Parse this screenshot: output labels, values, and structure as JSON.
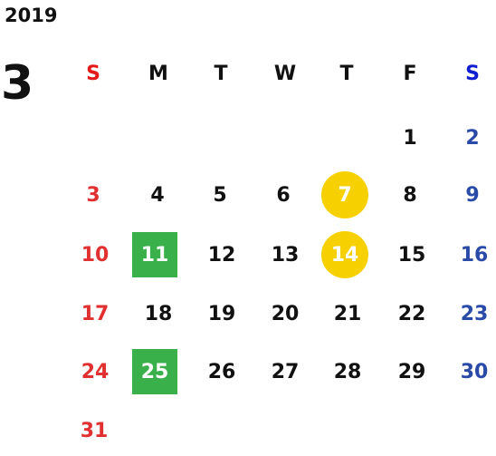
{
  "calendar": {
    "year": "2019",
    "month": "3",
    "weekday_headers": [
      "S",
      "M",
      "T",
      "W",
      "T",
      "F",
      "S"
    ],
    "weeks": [
      [
        "",
        "",
        "",
        "",
        "",
        "1",
        "2"
      ],
      [
        "3",
        "4",
        "5",
        "6",
        "7",
        "8",
        "9"
      ],
      [
        "10",
        "11",
        "12",
        "13",
        "14",
        "15",
        "16"
      ],
      [
        "17",
        "18",
        "19",
        "20",
        "21",
        "22",
        "23"
      ],
      [
        "24",
        "25",
        "26",
        "27",
        "28",
        "29",
        "30"
      ],
      [
        "31",
        "",
        "",
        "",
        "",
        "",
        ""
      ]
    ],
    "highlighted_circle_days": [
      "7",
      "14"
    ],
    "highlighted_square_days": [
      "11",
      "25"
    ]
  },
  "colors": {
    "sunday": "#e03030",
    "saturday": "#2a4aa8",
    "circle_highlight": "#f7d000",
    "square_highlight": "#3ab04a",
    "text": "#111111"
  }
}
